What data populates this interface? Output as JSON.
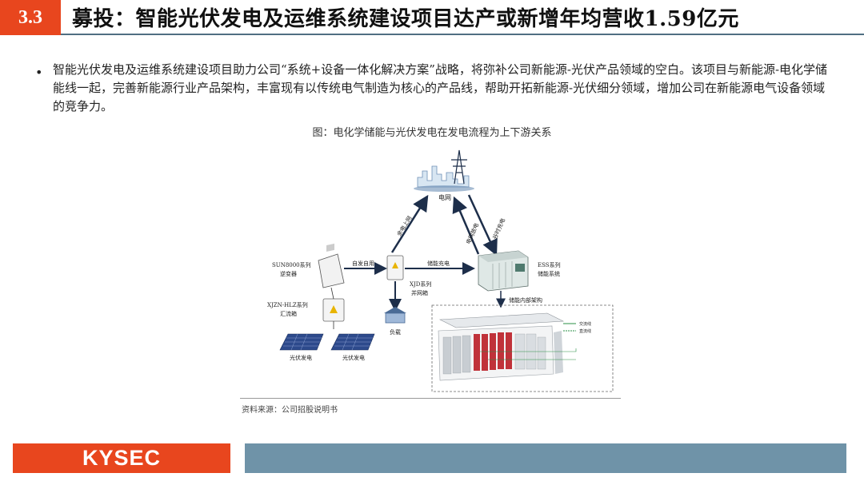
{
  "header": {
    "section_number": "3.3",
    "title": "募投：智能光伏发电及运维系统建设项目达产或新增年均营收1.59亿元"
  },
  "body": {
    "bullet_symbol": "•",
    "paragraph": "智能光伏发电及运维系统建设项目助力公司“系统+设备一体化解决方案”战略，将弥补公司新能源-光伏产品领域的空白。该项目与新能源-电化学储能线一起，完善新能源行业产品架构，丰富现有以传统电气制造为核心的产品线，帮助开拓新能源-光伏细分领域，增加公司在新能源电气设备领域的竞争力。"
  },
  "figure": {
    "caption": "图：电化学储能与光伏发电在发电流程为上下游关系",
    "labels": {
      "grid": "电网",
      "power_to_grid": "余电上网",
      "grid_discharge": "电网放电",
      "grid_charge": "谷时充电",
      "inverter_l1": "SUN8000系列",
      "inverter_l2": "逆变器",
      "self_use": "自发自用",
      "storage_charge": "储能充电",
      "ess_l1": "ESS系列",
      "ess_l2": "储能系统",
      "xjd_l1": "XJD系列",
      "xjd_l2": "并网箱",
      "combiner_l1": "XJZN-HLZ系列",
      "combiner_l2": "汇流箱",
      "internal_arch": "储能内部架构",
      "load": "负载",
      "pv_1": "光伏发电",
      "pv_2": "光伏发电",
      "legend_ac": "交流线",
      "legend_dc": "直流线"
    }
  },
  "source": "资料来源：公司招股说明书",
  "footer": {
    "logo_text": "KYSEC"
  },
  "colors": {
    "accent": "#e8461e",
    "bar": "#6f93a8",
    "rule": "#4f6e82"
  }
}
